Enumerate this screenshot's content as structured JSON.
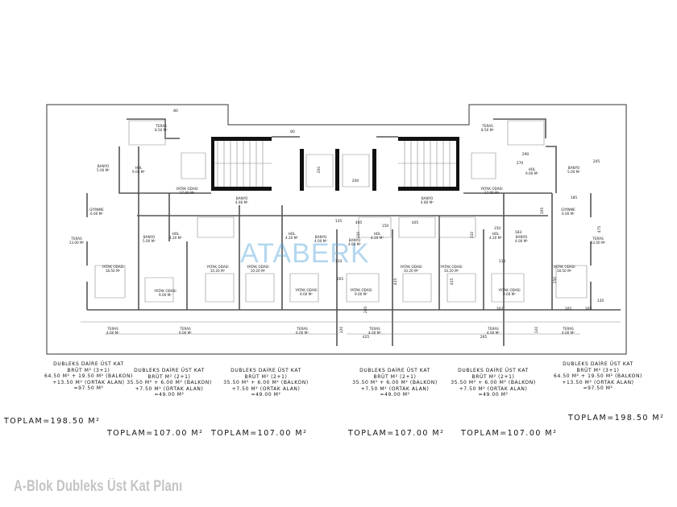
{
  "title": "A-Blok Dubleks Üst Kat Planı",
  "watermark": "ATABERK",
  "rooms": [
    {
      "name": "TERAS",
      "area": "8.50 M²"
    },
    {
      "name": "BANYO",
      "area": "5.00 M²"
    },
    {
      "name": "HOL",
      "area": "9.00 M²"
    },
    {
      "name": "YATAK ODASI",
      "area": "17.00 M²"
    },
    {
      "name": "BANYO",
      "area": "4.80 M²"
    },
    {
      "name": "GİYİNME",
      "area": "6.00 M²"
    },
    {
      "name": "TERAS",
      "area": "13.00 M²"
    },
    {
      "name": "BANYO",
      "area": "5.00 M²"
    },
    {
      "name": "HOL",
      "area": "4.20 M²"
    },
    {
      "name": "YATAK ODASI",
      "area": "18.50 M²"
    },
    {
      "name": "YATAK ODASI",
      "area": "9.00 M²"
    },
    {
      "name": "YATAK ODASI",
      "area": "10.20 M²"
    },
    {
      "name": "YATAK ODASI",
      "area": "10.20 M²"
    },
    {
      "name": "TERAS",
      "area": "4.00 M²"
    },
    {
      "name": "TERAS",
      "area": "6.00 M²"
    },
    {
      "name": "HOL",
      "area": "4.20 M²"
    },
    {
      "name": "BANYO",
      "area": "4.00 M²"
    },
    {
      "name": "BANYO",
      "area": "4.00 M²"
    },
    {
      "name": "HOL",
      "area": "4.20 M²"
    },
    {
      "name": "YATAK ODASI",
      "area": "9.00 M²"
    },
    {
      "name": "YATAK ODASI",
      "area": "9.00 M²"
    },
    {
      "name": "TERAS",
      "area": "6.00 M²"
    },
    {
      "name": "TERAS",
      "area": "4.00 M²"
    },
    {
      "name": "YATAK ODASI",
      "area": "10.20 M²"
    },
    {
      "name": "YATAK ODASI",
      "area": "10.20 M²"
    },
    {
      "name": "HOL",
      "area": "4.20 M²"
    },
    {
      "name": "BANYO",
      "area": "4.00 M²"
    },
    {
      "name": "YATAK ODASI",
      "area": "9.00 M²"
    },
    {
      "name": "YATAK ODASI",
      "area": "18.50 M²"
    },
    {
      "name": "TERAS",
      "area": "13.00 M²"
    },
    {
      "name": "TERAS",
      "area": "4.00 M²"
    },
    {
      "name": "TERAS",
      "area": "4.00 M²"
    },
    {
      "name": "TERAS",
      "area": "8.50 M²"
    },
    {
      "name": "YATAK ODASI",
      "area": "17.00 M²"
    },
    {
      "name": "HOL",
      "area": "9.00 M²"
    },
    {
      "name": "BANYO",
      "area": "5.00 M²"
    },
    {
      "name": "GİYİNME",
      "area": "6.00 M²"
    },
    {
      "name": "BANYO",
      "area": "4.80 M²"
    }
  ],
  "dimensions": [
    "80",
    "80",
    "200",
    "200",
    "135",
    "150",
    "405",
    "405",
    "150",
    "310",
    "310",
    "110",
    "110",
    "183",
    "265",
    "265",
    "415",
    "415",
    "303",
    "305",
    "120",
    "120",
    "425",
    "265",
    "270",
    "290",
    "205",
    "185",
    "195",
    "475",
    "250",
    "120",
    "305"
  ],
  "units": [
    {
      "heading": "DUBLEKS DAİRE ÜST KAT",
      "gross": "BRÜT M² (3+1)",
      "line1": "64.50 M² + 19.50 M² (BALKON)",
      "line2": "+13.50 M² (ORTAK ALAN)",
      "total": "=97.50 M²"
    },
    {
      "heading": "DUBLEKS DAİRE ÜST KAT",
      "gross": "BRÜT M² (2+1)",
      "line1": "35.50 M² + 6.00 M² (BALKON)",
      "line2": "+7.50 M² (ORTAK ALAN)",
      "total": "=49.00 M²"
    },
    {
      "heading": "DUBLEKS DAİRE ÜST KAT",
      "gross": "BRÜT M² (2+1)",
      "line1": "35.50 M² + 6.00 M² (BALKON)",
      "line2": "+7.50 M² (ORTAK ALAN)",
      "total": "=49.00 M²"
    },
    {
      "heading": "DUBLEKS DAİRE ÜST KAT",
      "gross": "BRÜT M² (2+1)",
      "line1": "35.50 M² + 6.00 M² (BALKON)",
      "line2": "+7.50 M² (ORTAK ALAN)",
      "total": "=49.00 M²"
    },
    {
      "heading": "DUBLEKS DAİRE ÜST KAT",
      "gross": "BRÜT M² (2+1)",
      "line1": "35.50 M² + 6.00 M² (BALKON)",
      "line2": "+7.50 M² (ORTAK ALAN)",
      "total": "=49.00 M²"
    },
    {
      "heading": "DUBLEKS DAİRE ÜST KAT",
      "gross": "BRÜT M² (3+1)",
      "line1": "64.50 M² + 19.50 M² (BALKON)",
      "line2": "+13.50 M² (ORTAK ALAN)",
      "total": "=97.50 M²"
    }
  ],
  "totals": [
    "TOPLAM=198.50 M²",
    "TOPLAM=107.00 M²",
    "TOPLAM=107.00 M²",
    "TOPLAM=107.00 M²",
    "TOPLAM=107.00 M²",
    "TOPLAM=198.50 M²"
  ]
}
